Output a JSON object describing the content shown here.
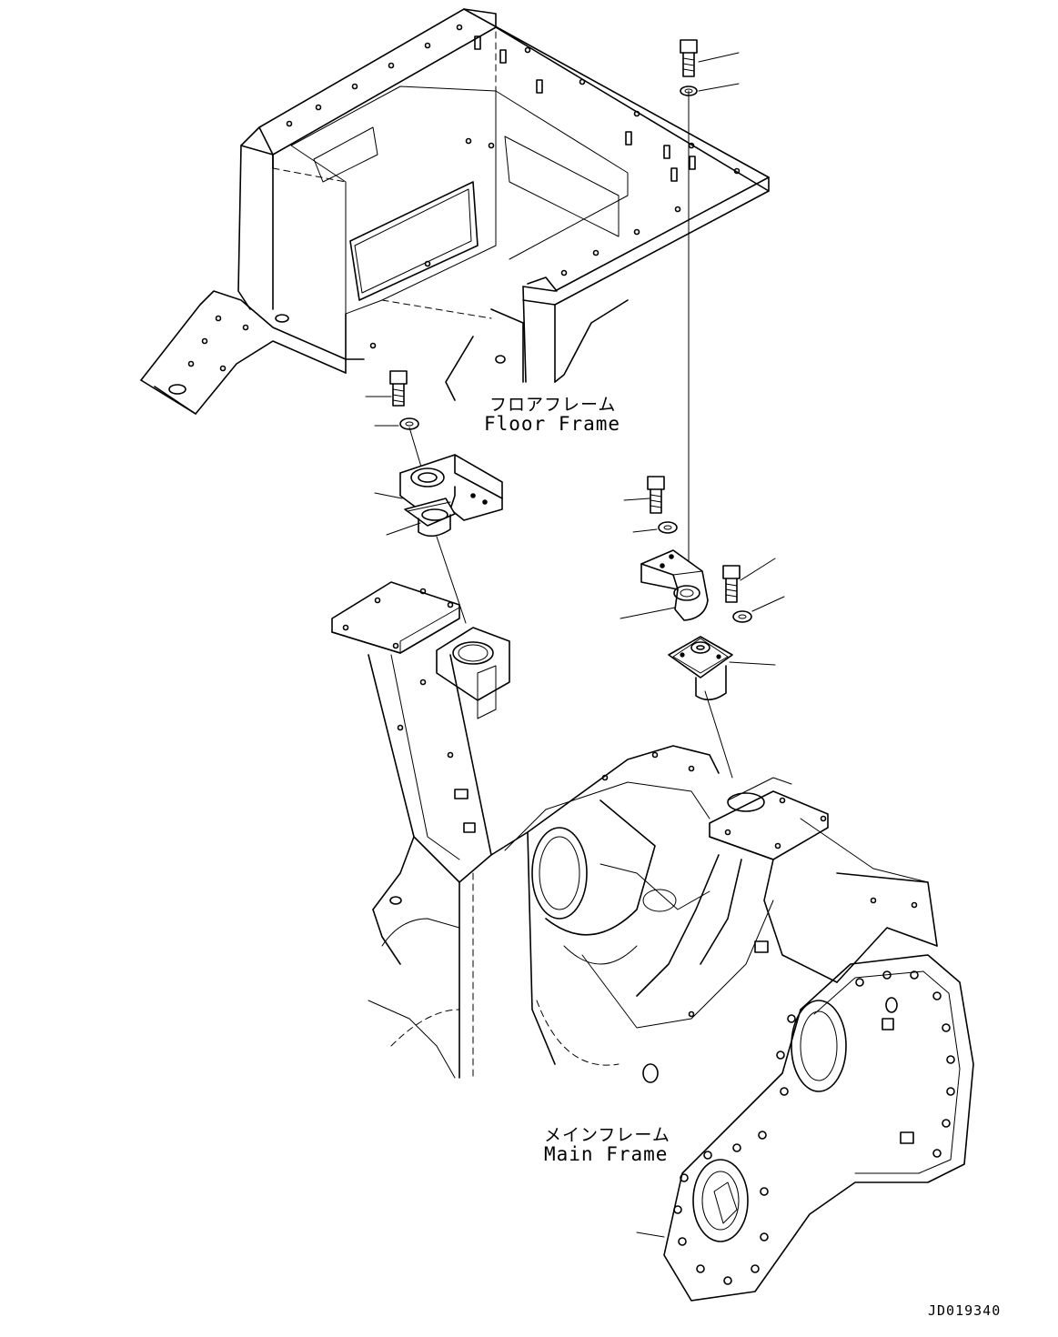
{
  "labels": {
    "floor_frame_jp": "フロアフレーム",
    "floor_frame_en": "Floor Frame",
    "main_frame_jp": "メインフレーム",
    "main_frame_en": "Main Frame",
    "drawing_code": "JD019340"
  },
  "parts": {
    "floor_frame": "floor-frame",
    "main_frame": "main-frame",
    "left_mount": "left-engine-mount-bracket",
    "right_mount": "right-engine-mount-bracket",
    "left_damper": "left-rubber-damper",
    "right_damper": "right-rubber-damper",
    "bolts": "bolt",
    "washers": "washer"
  },
  "style": {
    "line_color": "#000000",
    "background": "#ffffff"
  }
}
